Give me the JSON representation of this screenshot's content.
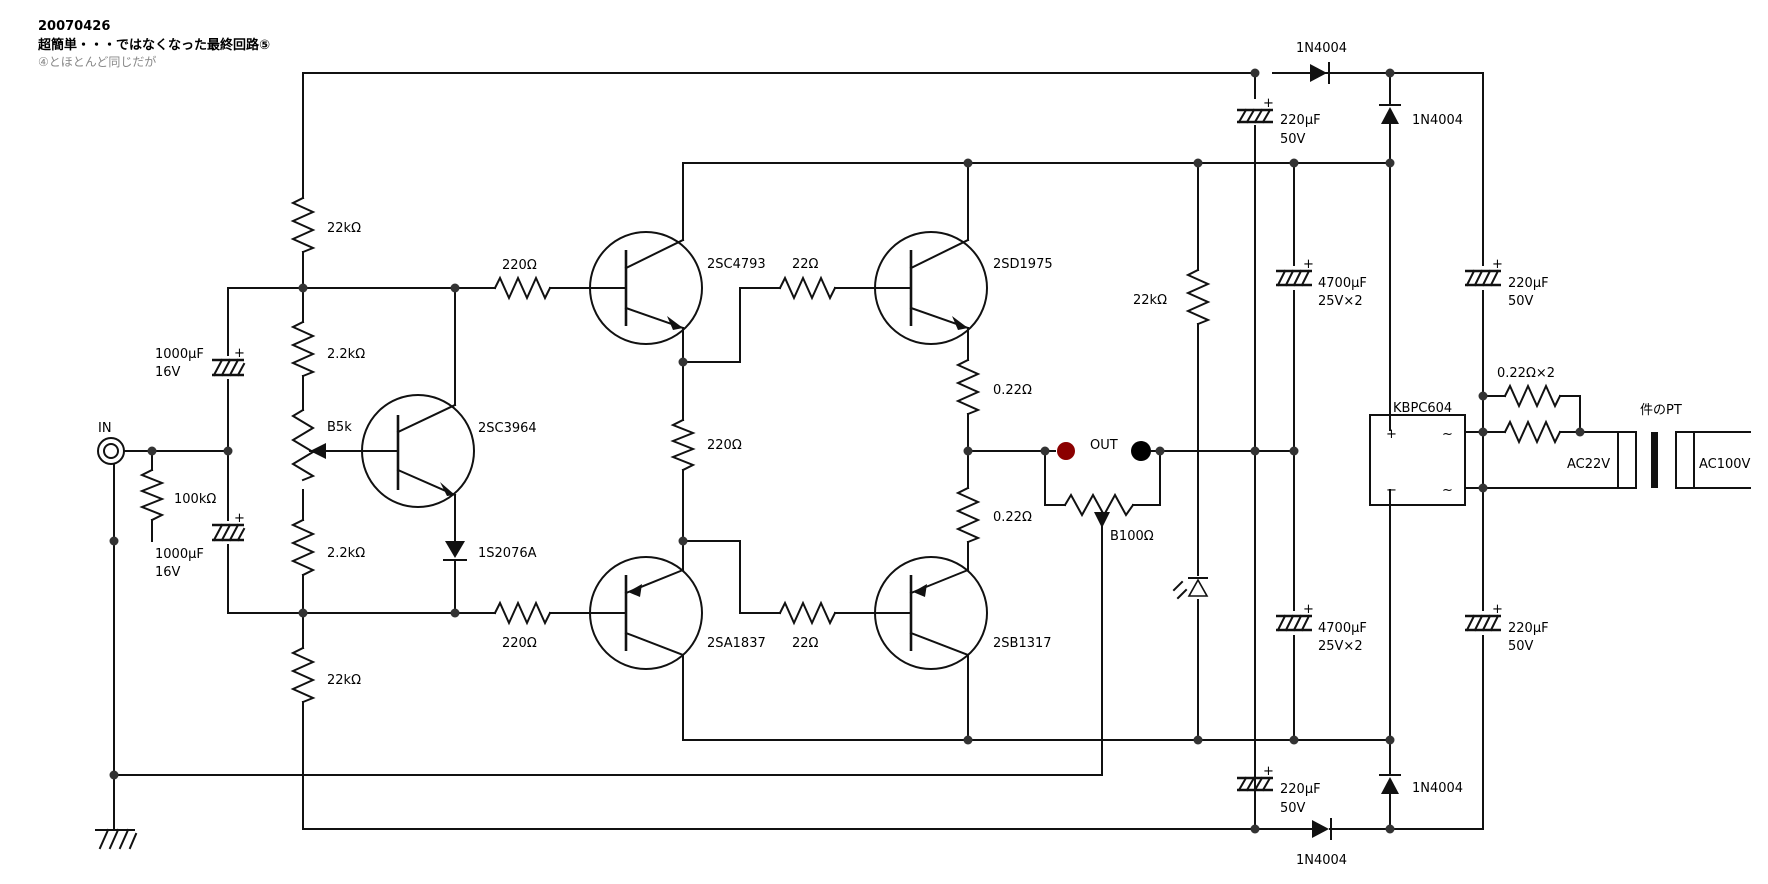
{
  "header": {
    "date": "20070426",
    "title": "超簡単・・・ではなくなった最終回路⑤",
    "subtitle": "④とほとんど同じだが"
  },
  "labels": {
    "r_top": "22kΩ",
    "r_mid1": "2.2kΩ",
    "pot_bias": "B5k",
    "r_mid2": "2.2kΩ",
    "r_bot": "22kΩ",
    "cap_in1": [
      "1000μF",
      "16V"
    ],
    "cap_in2": [
      "1000μF",
      "16V"
    ],
    "in": "IN",
    "r_in": "100kΩ",
    "q_bias": "2SC3964",
    "diode_bias": "1S2076A",
    "r_b1": "220Ω",
    "r_b2": "220Ω",
    "q1": "2SC4793",
    "q2": "2SA1837",
    "r_mid": "220Ω",
    "r_22_top": "22Ω",
    "r_22_bot": "22Ω",
    "q3": "2SD1975",
    "q4": "2SB1317",
    "re_top": "0.22Ω",
    "re_bot": "0.22Ω",
    "out": "OUT",
    "pot_out": "B100Ω",
    "r_led": "22kΩ",
    "cap_pt": [
      "220μF",
      "50V"
    ],
    "cap_pb": [
      "220μF",
      "50V"
    ],
    "cap_bt": [
      "4700μF",
      "25V×2"
    ],
    "cap_bb": [
      "4700μF",
      "25V×2"
    ],
    "d_top_h": "1N4004",
    "d_top_v": "1N4004",
    "d_bot_v": "1N4004",
    "d_bot_h": "1N4004",
    "bridge": "KBPC604",
    "bridge_plus": "+",
    "bridge_minus": "−",
    "bridge_ac1": "~",
    "bridge_ac2": "~",
    "cap_rt": [
      "220μF",
      "50V"
    ],
    "cap_rb": [
      "220μF",
      "50V"
    ],
    "r_ac": "0.22Ω×2",
    "pt": "件のPT",
    "ac22": "AC22V",
    "ac100": "AC100V",
    "plus": "+"
  }
}
